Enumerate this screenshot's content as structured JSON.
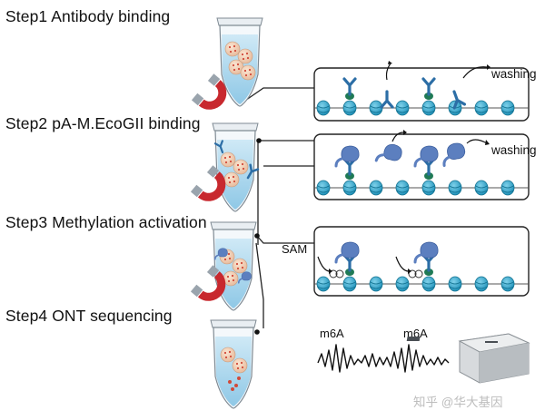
{
  "steps": [
    {
      "label": "Step1 Antibody binding"
    },
    {
      "label": "Step2 pA-M.EcoGII binding"
    },
    {
      "label": "Step3 Methylation activation"
    },
    {
      "label": "Step4 ONT sequencing"
    }
  ],
  "annotations": {
    "washing_1": "washing",
    "washing_2": "washing",
    "sam": "SAM",
    "m6a_1": "m6A",
    "m6a_2": "m6A"
  },
  "watermark": "知乎 @华大基因",
  "colors": {
    "tube_liquid": "#a9d6ec",
    "nucleosome": "#2ea6cc",
    "antibody": "#2c6ea6",
    "nanobody_green": "#1f7a55",
    "protein_a": "#5c7fbf",
    "magnet_red": "#c8282e",
    "line": "#222222"
  }
}
